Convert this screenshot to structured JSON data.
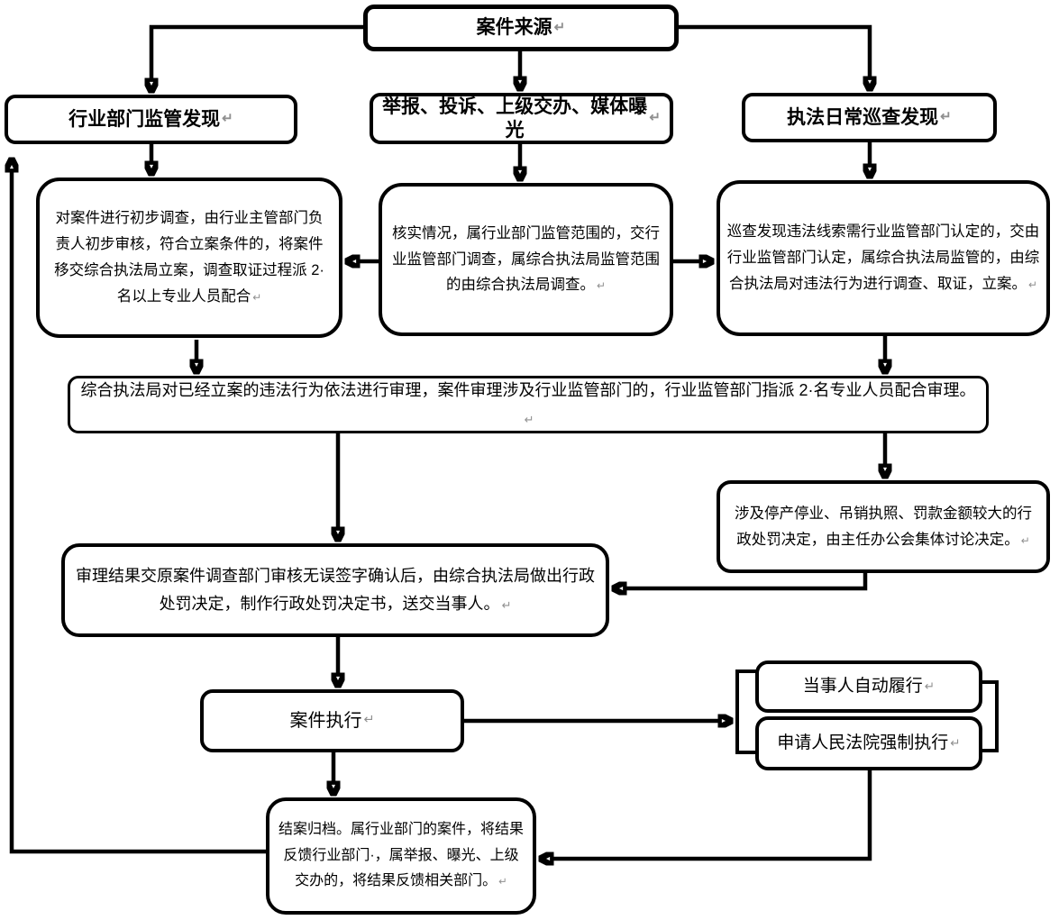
{
  "colors": {
    "line": "#000000",
    "box_border": "#000000",
    "box_fill": "#ffffff"
  },
  "nodes": {
    "case_source": {
      "text": "案件来源",
      "mark": "↵"
    },
    "industry_header": {
      "text": "行业部门监管发现",
      "mark": "↵"
    },
    "report_header": {
      "text": "举报、投诉、上级交办、媒体曝光",
      "mark": "↵"
    },
    "patrol_header": {
      "text": "执法日常巡查发现",
      "mark": "↵"
    },
    "industry_detail": {
      "text": "对案件进行初步调查，由行业主管部门负责人初步审核，符合立案条件的，将案件移交综合执法局立案，调查取证过程派 2·名以上专业人员配合",
      "mark": "↵"
    },
    "report_detail": {
      "text": "核实情况，属行业部门监管范围的，交行业监管部门调查，属综合执法局监管范围的由综合执法局调查。",
      "mark": "↵"
    },
    "patrol_detail": {
      "text": "巡查发现违法线索需行业监管部门认定的，交由行业监管部门认定，属综合执法局监管的，由综合执法局对违法行为进行调查、取证，立案。",
      "mark": "↵"
    },
    "review": {
      "text": "综合执法局对已经立案的违法行为依法进行审理，案件审理涉及行业监管部门的，行业监管部门指派 2·名专业人员配合审理。",
      "mark": "↵"
    },
    "major_penalty": {
      "text": "涉及停产停业、吊销执照、罚款金额较大的行政处罚决定，由主任办公会集体讨论决定。",
      "mark": "↵"
    },
    "decision": {
      "text": "审理结果交原案件调查部门审核无误签字确认后，由综合执法局做出行政处罚决定，制作行政处罚决定书，送交当事人。",
      "mark": "↵"
    },
    "execution": {
      "text": "案件执行",
      "mark": "↵"
    },
    "voluntary": {
      "text": "当事人自动履行",
      "mark": "↵"
    },
    "court": {
      "text": "申请人民法院强制执行",
      "mark": "↵"
    },
    "closing": {
      "text": "结案归档。属行业部门的案件，将结果反馈行业部门·，属举报、曝光、上级交办的，将结果反馈相关部门。",
      "mark": "↵"
    }
  }
}
